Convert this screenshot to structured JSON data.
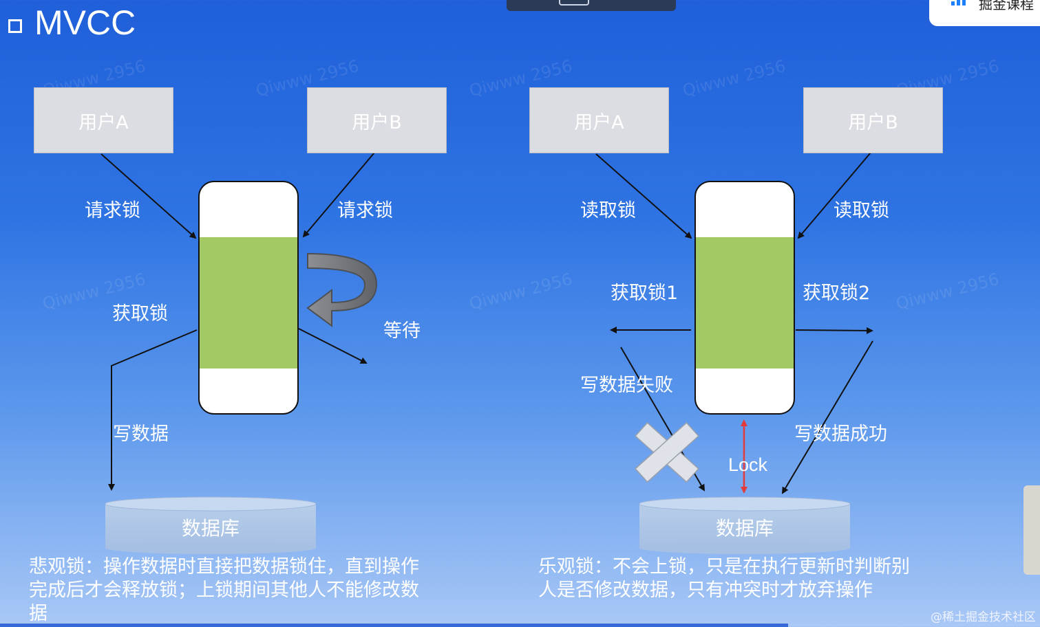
{
  "title": "MVCC",
  "brand": "掘金课程",
  "watermark": "Qiwww 2956",
  "footer": "@稀土掘金技术社区",
  "left_diagram": {
    "user_a": "用户A",
    "user_b": "用户B",
    "request_lock_left": "请求锁",
    "request_lock_right": "请求锁",
    "acquire_lock": "获取锁",
    "wait": "等待",
    "write_data": "写数据",
    "database": "数据库",
    "description": "悲观锁：操作数据时直接把数据锁住，直到操作完成后才会释放锁；上锁期间其他人不能修改数据"
  },
  "right_diagram": {
    "user_a": "用户A",
    "user_b": "用户B",
    "read_lock_left": "读取锁",
    "read_lock_right": "读取锁",
    "acquire_lock_1": "获取锁1",
    "acquire_lock_2": "获取锁2",
    "write_fail": "写数据失败",
    "write_success": "写数据成功",
    "lock": "Lock",
    "database": "数据库",
    "description": "乐观锁：不会上锁，只是在执行更新时判断别人是否修改数据，只有冲突时才放弃操作"
  },
  "colors": {
    "lock_block": "#a2c964",
    "lock_arrow": "#e33b3b",
    "user_box": "#dcdde3"
  }
}
